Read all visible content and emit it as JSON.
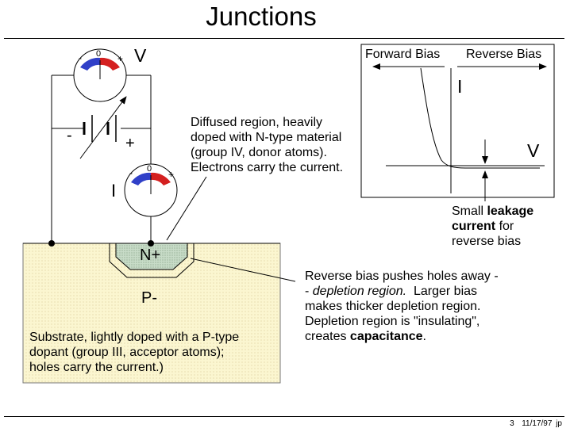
{
  "title": "Junctions",
  "labels": {
    "voltmeter_symbol": "V",
    "ammeter_symbol": "I",
    "meter_zero": "0",
    "meter_minus": "-",
    "meter_plus": "+",
    "battery_minus": "-",
    "battery_plus": "+",
    "n_region": "N+",
    "p_region": "P-"
  },
  "texts": {
    "diffused": [
      "Diffused region, heavily",
      "doped with N-type material",
      "(group IV, donor atoms).",
      "Electrons carry the current."
    ],
    "substrate": [
      "Substrate, lightly doped with a P-type",
      "dopant (group III, acceptor atoms);",
      "holes carry the current.)"
    ],
    "depletion": {
      "line1": "Reverse bias pushes holes away -",
      "line2_prefix": "- ",
      "line2_italic": "depletion region.",
      "line2_suffix": "  Larger bias",
      "line3": "makes thicker depletion region.",
      "line4": "Depletion region is \"insulating\",",
      "line5_prefix": "creates ",
      "line5_bold": "capacitance",
      "line5_suffix": "."
    },
    "leakage": {
      "line1_prefix": "Small ",
      "line1_bold": "leakage",
      "line2_bold": "current",
      "line2_suffix": " for",
      "line3": "reverse bias"
    }
  },
  "graph": {
    "forward_label": "Forward Bias",
    "reverse_label": "Reverse Bias",
    "y_axis_label": "I",
    "x_axis_label": "V"
  },
  "footer": {
    "page": "3",
    "date": "11/17/97",
    "initials": "jp"
  },
  "colors": {
    "substrate_fill": "#fbf6d0",
    "n_region_fill": "#c8dcc8",
    "meter_red": "#d42020",
    "meter_blue": "#3040c8"
  }
}
